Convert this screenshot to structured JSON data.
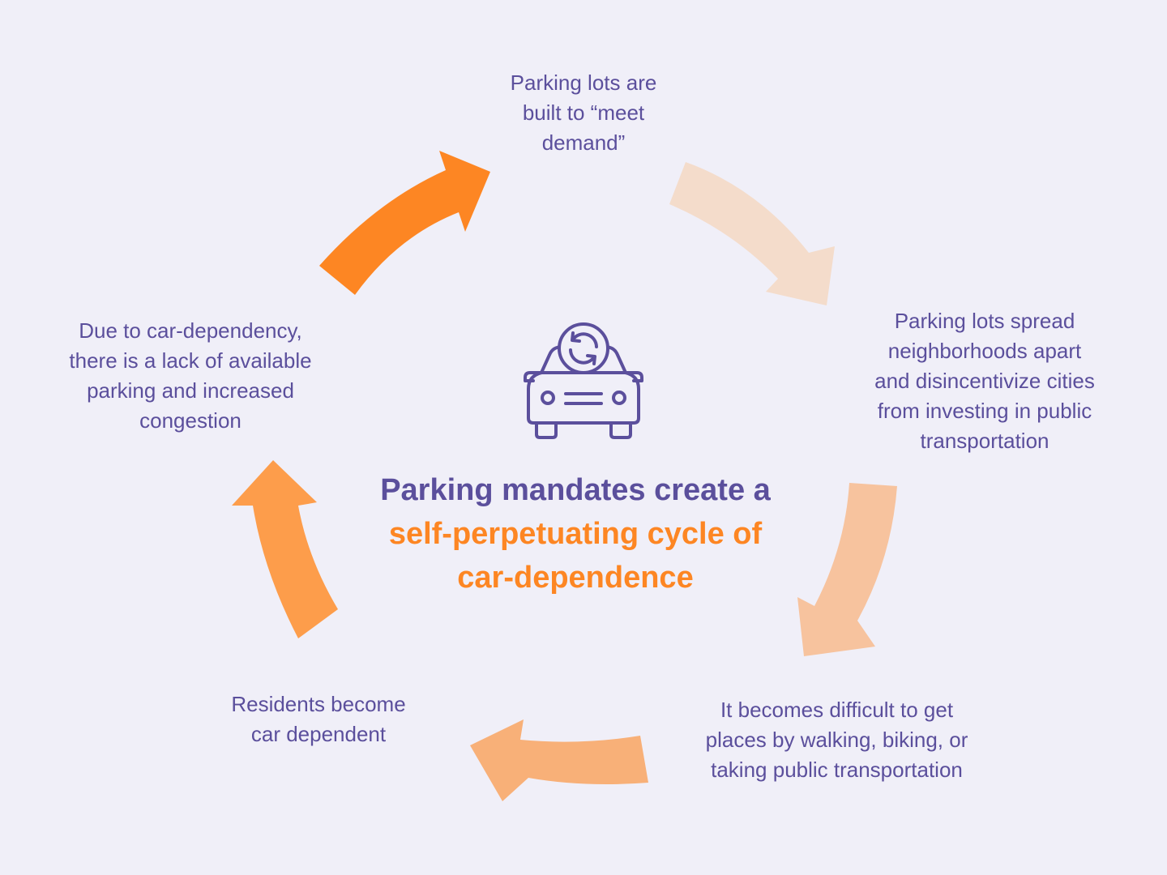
{
  "colors": {
    "background": "#f0eff8",
    "text": "#5b4f9c",
    "accent": "#fd8623",
    "arrows": [
      "#fd8623",
      "#f4dccb",
      "#f7c39e",
      "#f8b078",
      "#fd9d4b"
    ]
  },
  "title": {
    "line1": "Parking mandates create a",
    "line2": "self-perpetuating cycle of",
    "line3": "car-dependence"
  },
  "icon": {
    "name": "car-refresh-icon"
  },
  "steps": [
    {
      "lines": [
        "Parking lots are",
        "built to “meet",
        "demand”"
      ]
    },
    {
      "lines": [
        "Parking lots spread",
        "neighborhoods apart",
        "and disincentivize cities",
        "from investing in public",
        "transportation"
      ]
    },
    {
      "lines": [
        "It becomes difficult to get",
        "places by walking, biking, or",
        "taking public transportation"
      ]
    },
    {
      "lines": [
        "Residents become",
        "car dependent"
      ]
    },
    {
      "lines": [
        "Due to car-dependency,",
        "there is a lack of available",
        "parking and increased",
        "congestion"
      ]
    }
  ]
}
